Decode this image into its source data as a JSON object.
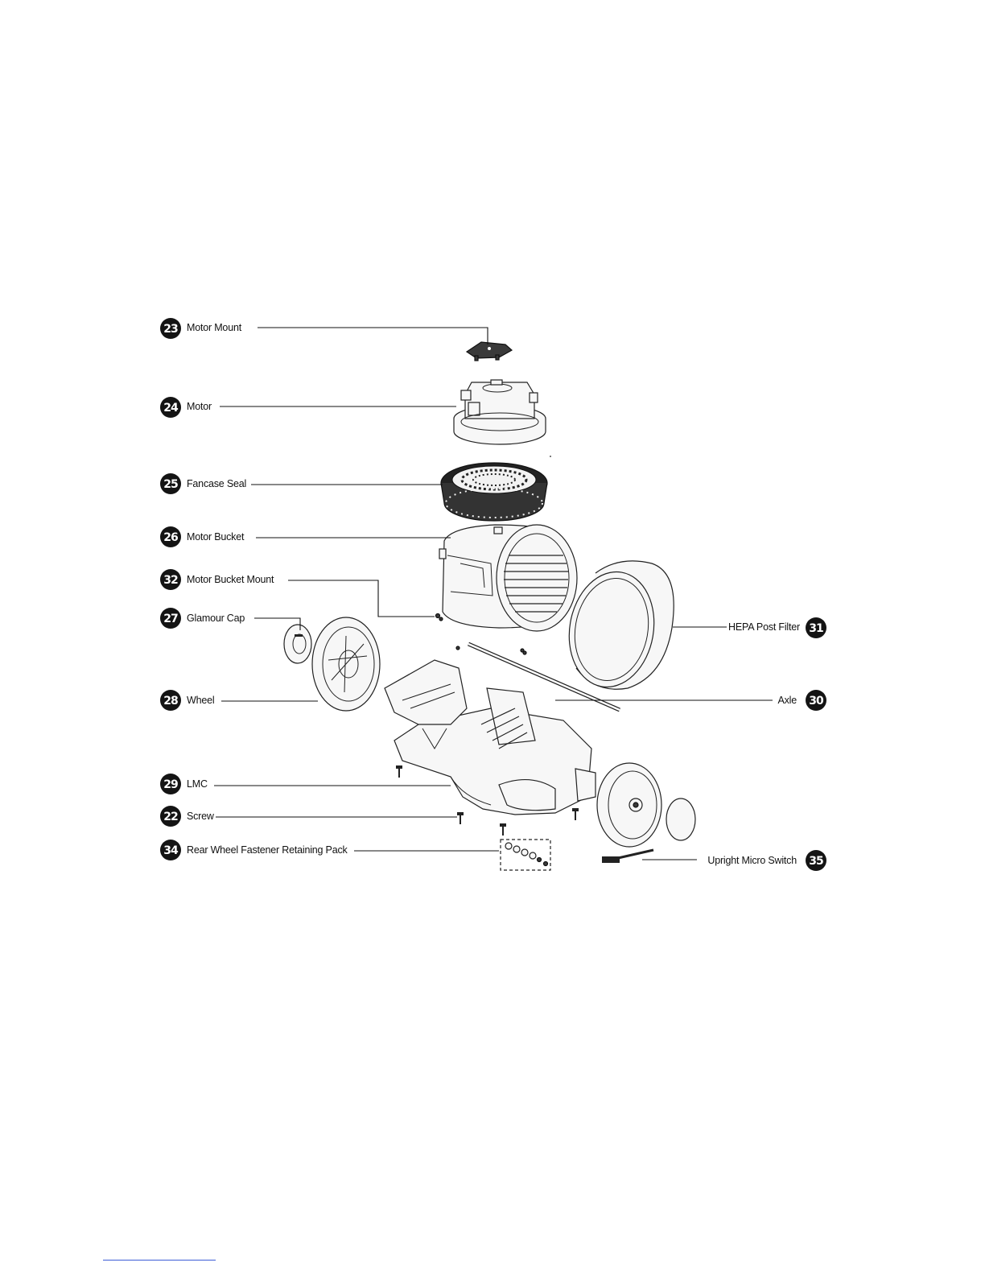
{
  "callouts": [
    {
      "number": "23",
      "label": "Motor Mount"
    },
    {
      "number": "24",
      "label": "Motor"
    },
    {
      "number": "25",
      "label": "Fancase Seal"
    },
    {
      "number": "26",
      "label": "Motor Bucket"
    },
    {
      "number": "32",
      "label": "Motor Bucket Mount"
    },
    {
      "number": "27",
      "label": "Glamour Cap"
    },
    {
      "number": "28",
      "label": "Wheel"
    },
    {
      "number": "29",
      "label": "LMC"
    },
    {
      "number": "22",
      "label": "Screw"
    },
    {
      "number": "34",
      "label": "Rear Wheel Fastener Retaining Pack"
    },
    {
      "number": "31",
      "label": "HEPA Post Filter"
    },
    {
      "number": "30",
      "label": "Axle"
    },
    {
      "number": "35",
      "label": "Upright Micro Switch"
    }
  ],
  "colors": {
    "badge": "#141414",
    "line": "#111111",
    "footer_rule": "#3b5bd6"
  }
}
